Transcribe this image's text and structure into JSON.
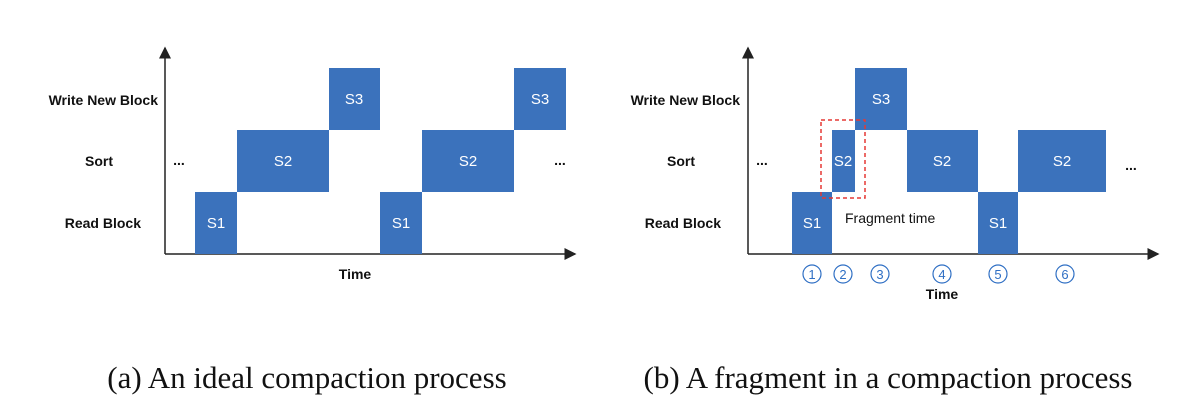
{
  "colors": {
    "block": "#3b72bc",
    "axis": "#222222",
    "fragment_box": "#e53935",
    "step_marker": "#2f6fc4"
  },
  "panel_a": {
    "row_labels": [
      "Write New Block",
      "Sort",
      "Read Block"
    ],
    "x_label": "Time",
    "ellipsis_left": "...",
    "ellipsis_right": "...",
    "blocks": [
      "S1",
      "S2",
      "S3",
      "S1",
      "S2",
      "S3"
    ],
    "caption": "(a) An ideal compaction process"
  },
  "panel_b": {
    "row_labels": [
      "Write New Block",
      "Sort",
      "Read Block"
    ],
    "x_label": "Time",
    "ellipsis_left": "...",
    "ellipsis_right": "...",
    "blocks": [
      "S1",
      "S2",
      "S3",
      "S2",
      "S1",
      "S2"
    ],
    "fragment_label": "Fragment time",
    "steps": [
      "1",
      "2",
      "3",
      "4",
      "5",
      "6"
    ],
    "caption": "(b) A fragment in a compaction process"
  }
}
